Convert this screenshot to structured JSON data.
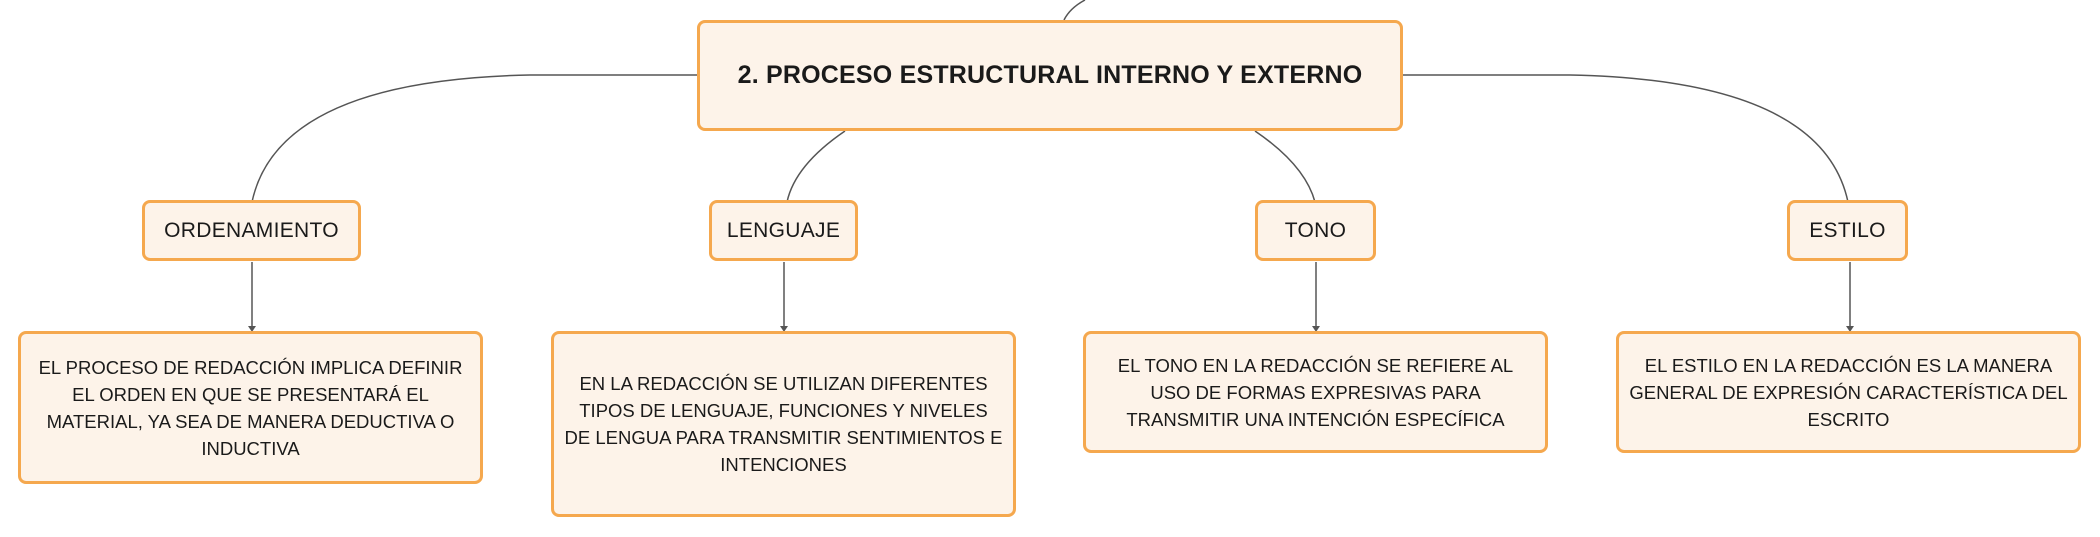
{
  "diagram": {
    "root": {
      "label": "2. PROCESO ESTRUCTURAL INTERNO Y EXTERNO"
    },
    "branches": [
      {
        "category": "ORDENAMIENTO",
        "description": "EL PROCESO DE REDACCIÓN IMPLICA DEFINIR EL ORDEN EN QUE SE PRESENTARÁ EL MATERIAL, YA SEA DE MANERA DEDUCTIVA O INDUCTIVA"
      },
      {
        "category": "LENGUAJE",
        "description": "EN LA REDACCIÓN SE UTILIZAN DIFERENTES TIPOS DE LENGUAJE, FUNCIONES Y NIVELES DE LENGUA PARA TRANSMITIR SENTIMIENTOS E INTENCIONES"
      },
      {
        "category": "TONO",
        "description": "EL TONO EN LA REDACCIÓN SE REFIERE AL USO DE FORMAS EXPRESIVAS PARA TRANSMITIR UNA INTENCIÓN ESPECÍFICA"
      },
      {
        "category": "ESTILO",
        "description": "EL ESTILO EN LA REDACCIÓN ES LA MANERA GENERAL DE EXPRESIÓN CARACTERÍSTICA DEL ESCRITO"
      }
    ]
  },
  "colors": {
    "node_fill": "#fdf3e9",
    "node_border": "#f5a84e",
    "connector": "#555555",
    "text": "#1a1a1a"
  }
}
